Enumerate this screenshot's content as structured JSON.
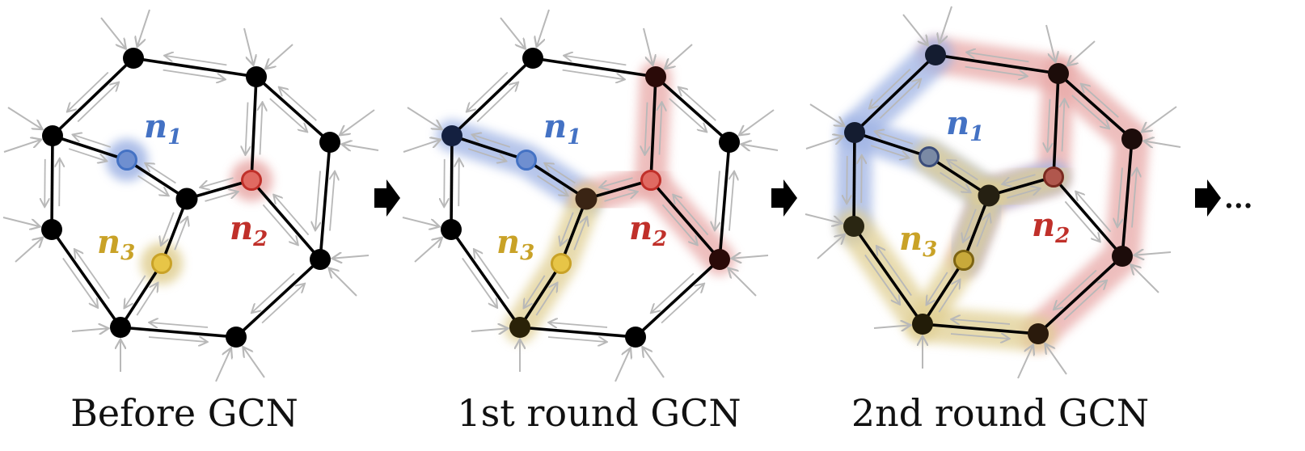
{
  "panels": [
    {
      "title": "Before GCN",
      "stage": 0
    },
    {
      "title": "1st round GCN",
      "stage": 1
    },
    {
      "title": "2nd round GCN",
      "stage": 2
    }
  ],
  "labels": {
    "n1": {
      "letter": "n",
      "sub": "1"
    },
    "n2": {
      "letter": "n",
      "sub": "2"
    },
    "n3": {
      "letter": "n",
      "sub": "3"
    }
  },
  "continuation": "...",
  "colors": {
    "blue": "#4472c4",
    "red": "#c0302a",
    "gold": "#c9a227",
    "edge": "#000000",
    "arrow": "#b8b8b8",
    "blue_glow": "#9fb3e4",
    "red_glow": "#e8a9a7",
    "gold_glow": "#e0cf93"
  }
}
